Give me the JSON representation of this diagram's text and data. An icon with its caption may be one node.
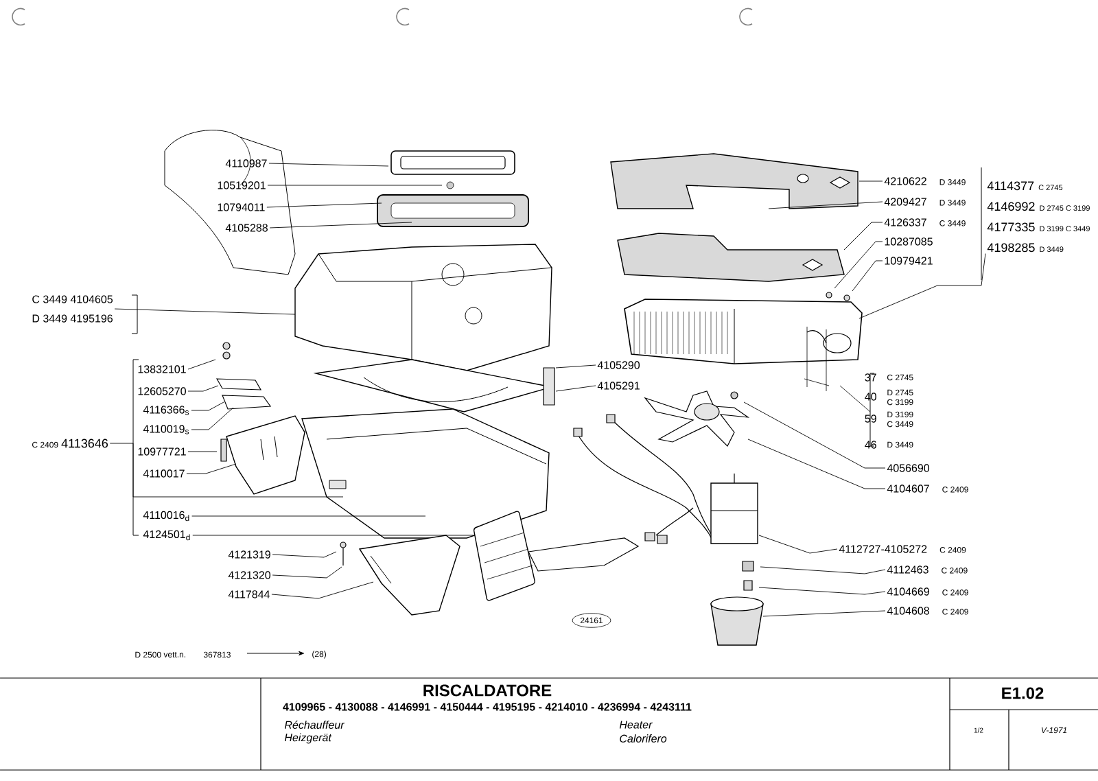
{
  "diagram": {
    "title": "RISCALDATORE",
    "nodes": [
      {
        "text": [
          "4110987"
        ]
      },
      {
        "text": [
          "10519201"
        ]
      },
      {
        "text": [
          "10794011"
        ]
      },
      {
        "text": [
          "4105288"
        ]
      },
      {
        "text": [
          "C 3449 4104605",
          "D 3449 4195196"
        ]
      },
      {
        "text": [
          "13832101"
        ]
      },
      {
        "text": [
          "12605270"
        ]
      },
      {
        "text": [
          "4116366$_{s}$"
        ]
      },
      {
        "text": [
          "4110019$_{s}$"
        ]
      },
      {
        "text": [
          "C 2409",
          "4113646"
        ]
      },
      {
        "text": [
          "10977721"
        ]
      },
      {
        "text": [
          "4110017"
        ]
      },
      {
        "text": [
          "4110016$_{d}$"
        ]
      },
      {
        "text": [
          "4124501$_{d}$"
        ]
      },
      {
        "text": [
          "4121319"
        ]
      },
      {
        "text": [
          "4121320"
        ]
      },
      {
        "text": [
          "4117844"
        ]
      },
      {
        "text": [
          "4105290"
        ]
      },
      {
        "text": [
          "4105291"
        ]
      },
      {
        "text": [
          "4210622",
          "D 3449"
        ]
      },
      {
        "text": [
          "4209427",
          "D 3449"
        ]
      },
      {
        "text": [
          "4126337",
          "C 3449"
        ]
      },
      {
        "text": [
          "4114377",
          "C 2745",
          "4146992",
          "D 2745 C 3199",
          "4177335",
          "D 3199 C 3449",
          "4198285",
          "D 3449"
        ]
      },
      {
        "text": [
          "10287085"
        ]
      },
      {
        "text": [
          "10979421"
        ]
      },
      {
        "text": [
          "4056690"
        ]
      },
      {
        "text": [
          "4104607",
          "C 2409"
        ]
      },
      {
        "text": [
          "4112727-4105272",
          "C 2409"
        ]
      },
      {
        "text": [
          "4112463",
          "C 2409"
        ]
      },
      {
        "text": [
          "4104669",
          "C 2409"
        ]
      },
      {
        "text": [
          "4104608",
          "C 2409"
        ]
      }
    ],
    "edges": [
      {
        "from": 0,
        "to": null,
        "arrow": "none"
      },
      {
        "from": 1,
        "to": null,
        "arrow": "none"
      },
      {
        "from": 2,
        "to": null,
        "arrow": "none"
      },
      {
        "from": 3,
        "to": null,
        "arrow": "none"
      },
      {
        "from": 4,
        "to": null,
        "arrow": "none"
      },
      {
        "from": 5,
        "to": null,
        "arrow": "none"
      },
      {
        "from": 6,
        "to": null,
        "arrow": "none"
      },
      {
        "from": 7,
        "to": null,
        "arrow": "none"
      },
      {
        "from": 8,
        "to": null,
        "arrow": "none"
      },
      {
        "from": 9,
        "to": null,
        "arrow": "none"
      },
      {
        "from": 10,
        "to": null,
        "arrow": "none"
      },
      {
        "from": 11,
        "to": null,
        "arrow": "none"
      },
      {
        "from": 12,
        "to": null,
        "arrow": "none"
      },
      {
        "from": 13,
        "to": null,
        "arrow": "none"
      },
      {
        "from": 14,
        "to": null,
        "arrow": "none"
      },
      {
        "from": 15,
        "to": null,
        "arrow": "none"
      },
      {
        "from": 16,
        "to": null,
        "arrow": "none"
      },
      {
        "from": 17,
        "to": null,
        "arrow": "none"
      },
      {
        "from": 18,
        "to": null,
        "arrow": "none"
      },
      {
        "from": 19,
        "to": null,
        "arrow": "none"
      },
      {
        "from": 20,
        "to": null,
        "arrow": "none"
      },
      {
        "from": 21,
        "to": null,
        "arrow": "none"
      },
      {
        "from": 22,
        "to": null,
        "arrow": "none"
      },
      {
        "from": 23,
        "to": null,
        "arrow": "none"
      },
      {
        "from": 24,
        "to": null,
        "arrow": "none"
      },
      {
        "from": 25,
        "to": null,
        "arrow": "none"
      },
      {
        "from": 26,
        "to": null,
        "arrow": "none"
      },
      {
        "from": 27,
        "to": null,
        "arrow": "none"
      },
      {
        "from": 28,
        "to": null,
        "arrow": "none"
      },
      {
        "from": 29,
        "to": null,
        "arrow": "none"
      },
      {
        "from": 30,
        "to": null,
        "arrow": "none"
      }
    ],
    "labels": [
      "37",
      "C 2745",
      "40",
      "D 2745",
      "C 3199",
      "59",
      "D 3199",
      "C 3449",
      "46",
      "D 3449",
      "24161",
      "D 2500",
      "vett.n.",
      "367813",
      "(28)",
      "4109965 - 4130088 - 4146991 - 4150444 - 4195195 - 4214010 - 4236994 - 4243111",
      "Réchauffeur",
      "Heater",
      "Heizgerät",
      "Calorifero",
      "E1.02",
      "1/2",
      "V-1971"
    ]
  }
}
